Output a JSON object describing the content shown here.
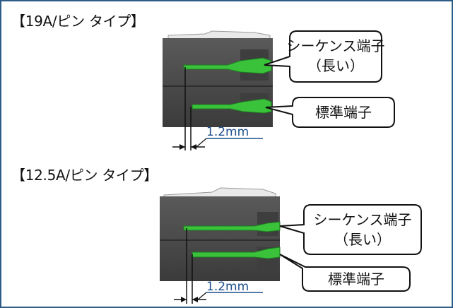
{
  "sections": [
    {
      "title": "【19A/ピン タイプ】",
      "callouts": [
        {
          "line1": "シーケンス端子",
          "line2": "（長い）"
        },
        {
          "line1": "標準端子"
        }
      ],
      "dimension": "1.2mm"
    },
    {
      "title": "【12.5A/ピン タイプ】",
      "callouts": [
        {
          "line1": "シーケンス端子",
          "line2": "（長い）"
        },
        {
          "line1": "標準端子"
        }
      ],
      "dimension": "1.2mm"
    }
  ],
  "colors": {
    "frame": "#2c5d86",
    "connector_body": "#4a4a4a",
    "pin_green": "#39c23a",
    "dimension_text": "#1f4f8c"
  }
}
